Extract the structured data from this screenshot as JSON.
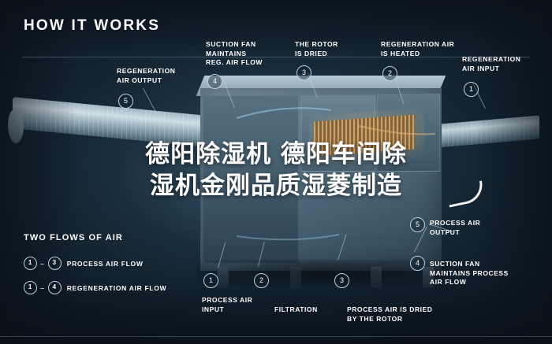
{
  "headline": "HOW IT WORKS",
  "watermark": {
    "line1": "德阳除湿机 德阳车间除",
    "line2": "湿机金刚品质湿菱制造"
  },
  "callouts": [
    {
      "id": "suction-fan-top",
      "number": "4",
      "text": "SUCTION FAN\nMAINTAINS\nREG. AIR FLOW"
    },
    {
      "id": "rotor-dried",
      "number": "3",
      "text": "THE ROTOR\nIS DRIED"
    },
    {
      "id": "regeneration-heated",
      "number": "2",
      "text": "REGENERATION AIR\nIS HEATED"
    },
    {
      "id": "regeneration-input",
      "number": "1",
      "text": "REGENERATION\nAIR INPUT"
    },
    {
      "id": "regeneration-output",
      "number": "5",
      "text": "REGENERATION\nAIR OUTPUT"
    },
    {
      "id": "process-air-output",
      "number": "5",
      "text": "PROCESS AIR\nOUTPUT"
    },
    {
      "id": "suction-fan-process",
      "number": "4",
      "text": "SUCTION FAN\nMAINTAINS PROCESS\nAIR FLOW"
    },
    {
      "id": "process-air-dried",
      "number": "3",
      "text": "PROCESS AIR IS DRIED\nBY THE ROTOR"
    },
    {
      "id": "filtration",
      "number": "2",
      "text": "FILTRATION"
    },
    {
      "id": "process-air-input",
      "number": "1",
      "text": "PROCESS AIR\nINPUT"
    }
  ],
  "legend": {
    "title": "TWO FLOWS OF AIR",
    "rows": [
      {
        "from": "1",
        "to": "3",
        "label": "PROCESS AIR FLOW"
      },
      {
        "from": "1",
        "to": "4",
        "label": "REGENERATION AIR FLOW"
      }
    ],
    "dash": "–"
  },
  "colors": {
    "accent_line": "#b9d4e2",
    "rotor": "#d8a868",
    "text": "#ffffff",
    "background": "#1d3140"
  }
}
